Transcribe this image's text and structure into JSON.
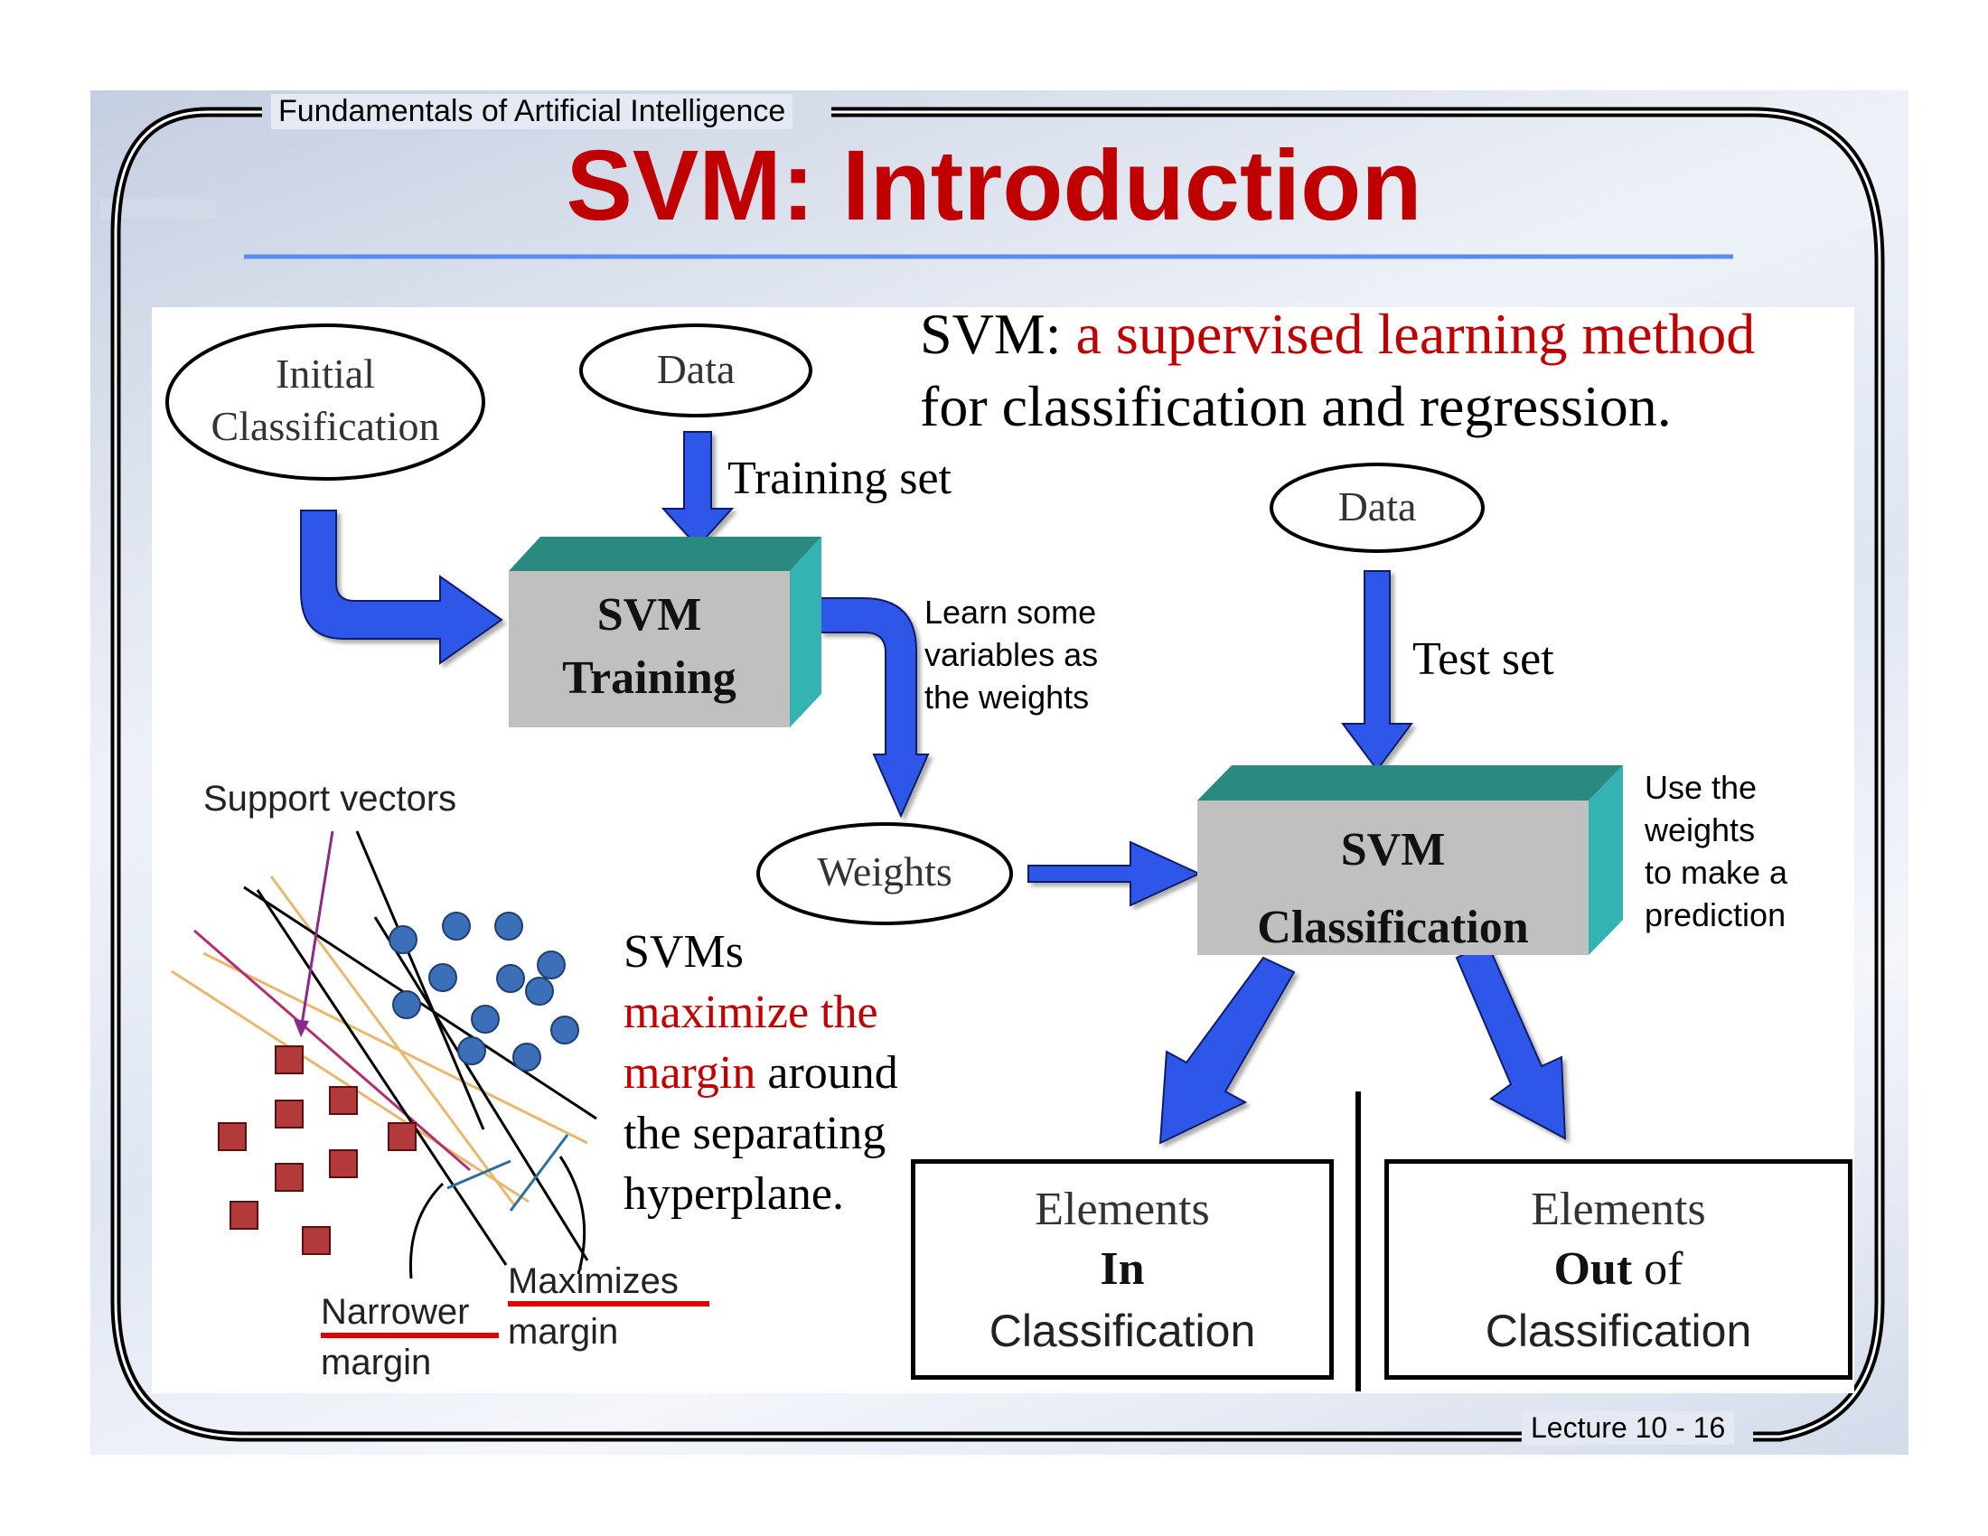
{
  "header": {
    "course": "Fundamentals of Artificial Intelligence",
    "title": "SVM: Introduction"
  },
  "footer": {
    "lecture": "Lecture 10 - 16"
  },
  "definition": {
    "prefix": "SVM: ",
    "highlight": "a supervised learning method",
    "line2": "for classification and regression."
  },
  "flow": {
    "initial_classification": [
      "Initial",
      "Classification"
    ],
    "data_top": "Data",
    "training_set": "Training set",
    "svm_training": [
      "SVM",
      "Training"
    ],
    "learn_note": [
      "Learn some",
      "variables as",
      "the weights"
    ],
    "weights": "Weights",
    "data_right": "Data",
    "test_set": "Test set",
    "svm_classification": [
      "SVM",
      "Classification"
    ],
    "use_note": [
      "Use the",
      "weights",
      "to make a",
      "prediction"
    ],
    "elements_in": {
      "line1": "Elements",
      "bold": "In",
      "line3": "Classification"
    },
    "elements_out": {
      "line1": "Elements",
      "bold": "Out",
      "of": " of",
      "line3": "Classification"
    }
  },
  "margin_figure": {
    "support_vectors": "Support vectors",
    "narrower": "Narrower",
    "narrower_margin": "margin",
    "maximizes": "Maximizes",
    "maximizes_margin": "margin"
  },
  "svm_note": {
    "l1": "SVMs",
    "l2": "maximize the",
    "l3a": "margin",
    "l3b": " around",
    "l4": "the separating",
    "l5": "hyperplane."
  },
  "colors": {
    "title": "#c00000",
    "accent_red": "#c00000",
    "arrow_blue": "#2f57e8",
    "box_top": "#2b8a80",
    "box_face": "#c0c0c0"
  }
}
